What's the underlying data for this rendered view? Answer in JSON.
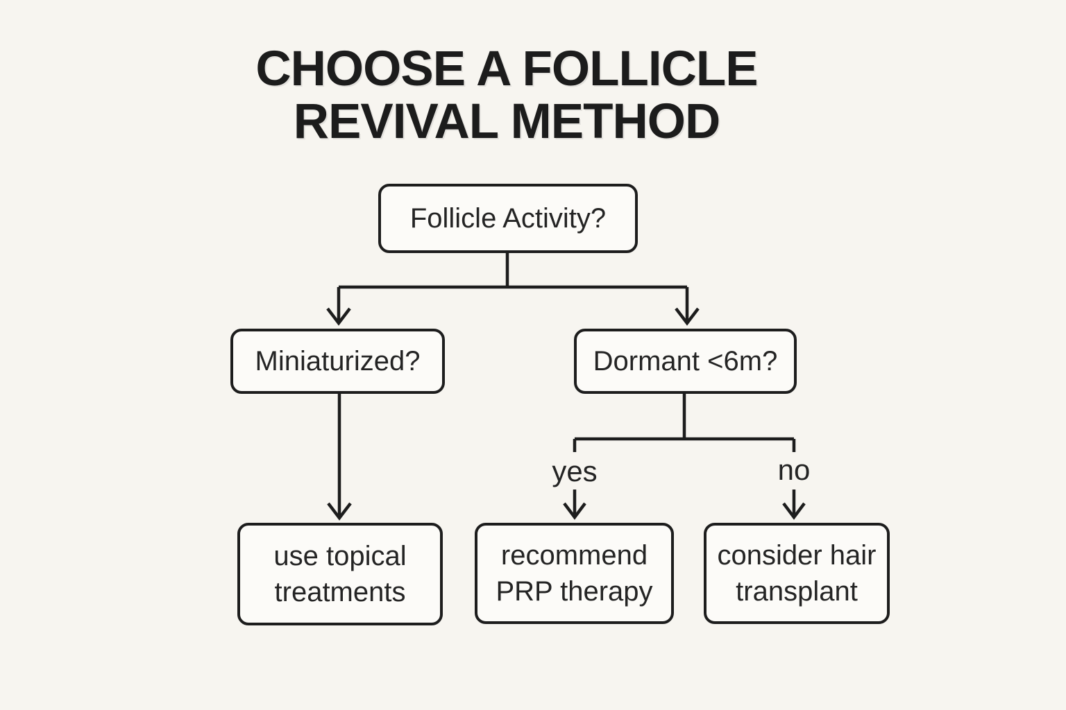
{
  "title": {
    "line1": "CHOOSE A FOLLICLE",
    "line2": "REVIVAL METHOD"
  },
  "nodes": {
    "root_question": "Follicle Activity?",
    "left_question": "Miniaturized?",
    "right_question": "Dormant <6m?",
    "left_result": "use topical treatments",
    "yes_result": "recommend PRP therapy",
    "no_result": "consider hair transplant"
  },
  "edge_labels": {
    "yes": "yes",
    "no": "no"
  },
  "colors": {
    "background": "#f7f5f0",
    "box_background": "#fcfbf8",
    "line": "#1d1d1d",
    "text": "#242424"
  }
}
